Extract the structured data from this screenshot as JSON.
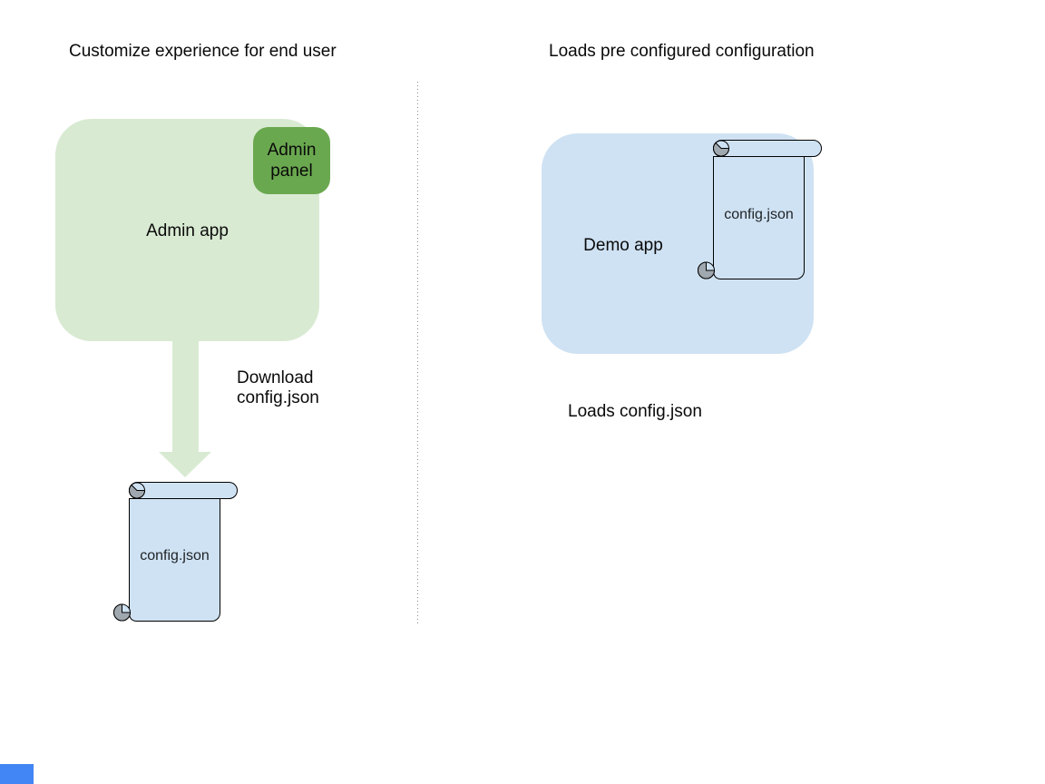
{
  "left_section": {
    "title": "Customize experience for end user",
    "admin_app": {
      "label": "Admin app"
    },
    "admin_panel": {
      "label_line1": "Admin",
      "label_line2": "panel"
    },
    "arrow_label": {
      "line1": "Download",
      "line2": "config.json"
    },
    "scroll": {
      "label": "config.json"
    }
  },
  "right_section": {
    "title": "Loads pre configured configuration",
    "demo_app": {
      "label": "Demo app"
    },
    "scroll": {
      "label": "config.json"
    },
    "caption": "Loads config.json"
  },
  "colors": {
    "green-light": "#d9ead3",
    "green-dark": "#6aa84f",
    "blue-light": "#cfe2f3",
    "curl-gray": "#a0a8af",
    "shape-stroke": "#000000",
    "divider-gray": "#8c8c8c",
    "accent-blue": "#4285f4"
  }
}
